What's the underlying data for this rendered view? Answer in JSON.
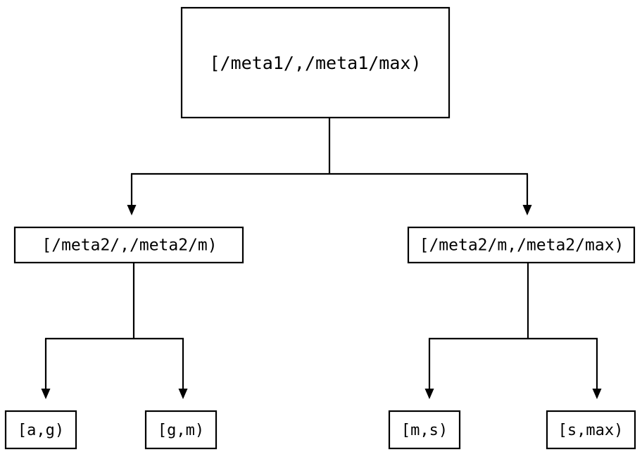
{
  "diagram": {
    "type": "tree",
    "title": "",
    "background_color": "#ffffff",
    "line_color": "#000000",
    "box_fill": "#ffffff",
    "levels": 3,
    "nodes": {
      "root": {
        "label": "[/meta1/,/meta1/max)",
        "level": 0
      },
      "mid_left": {
        "label": "[/meta2/,/meta2/m)",
        "level": 1
      },
      "mid_right": {
        "label": "[/meta2/m,/meta2/max)",
        "level": 1
      },
      "leaf_1": {
        "label": "[a,g)",
        "level": 2
      },
      "leaf_2": {
        "label": "[g,m)",
        "level": 2
      },
      "leaf_3": {
        "label": "[m,s)",
        "level": 2
      },
      "leaf_4": {
        "label": "[s,max)",
        "level": 2
      }
    },
    "edges": [
      {
        "from": "root",
        "to": "mid_left",
        "arrow": "down"
      },
      {
        "from": "root",
        "to": "mid_right",
        "arrow": "down"
      },
      {
        "from": "mid_left",
        "to": "leaf_1",
        "arrow": "down"
      },
      {
        "from": "mid_left",
        "to": "leaf_2",
        "arrow": "down"
      },
      {
        "from": "mid_right",
        "to": "leaf_3",
        "arrow": "down"
      },
      {
        "from": "mid_right",
        "to": "leaf_4",
        "arrow": "down"
      }
    ]
  }
}
